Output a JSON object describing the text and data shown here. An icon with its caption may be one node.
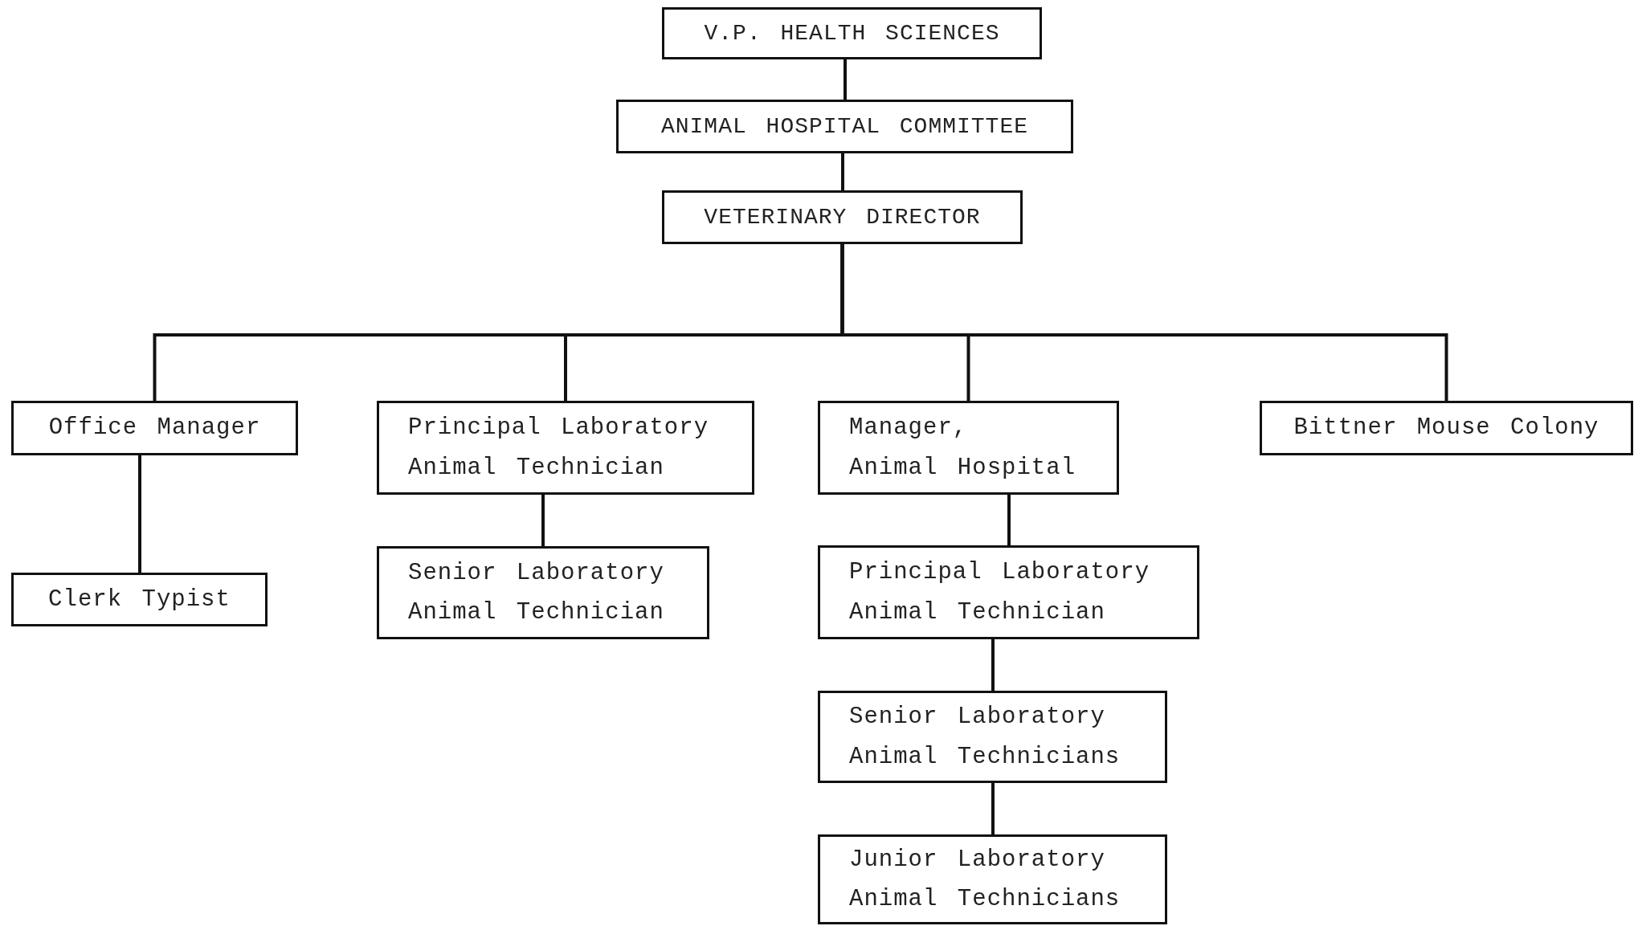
{
  "diagram": {
    "nodes": [
      {
        "text": [
          "V.P. HEALTH SCIENCES"
        ]
      },
      {
        "text": [
          "ANIMAL HOSPITAL COMMITTEE"
        ]
      },
      {
        "text": [
          "VETERINARY DIRECTOR"
        ]
      },
      {
        "text": [
          "Office Manager"
        ]
      },
      {
        "text": [
          "Clerk Typist"
        ]
      },
      {
        "text": [
          "Principal Laboratory Animal Technician"
        ]
      },
      {
        "text": [
          "Senior Laboratory Animal Technician"
        ]
      },
      {
        "text": [
          "Manager, Animal Hospital"
        ]
      },
      {
        "text": [
          "Principal Laboratory Animal Technician"
        ]
      },
      {
        "text": [
          "Senior Laboratory Animal Technicians"
        ]
      },
      {
        "text": [
          "Junior Laboratory Animal Technicians"
        ]
      },
      {
        "text": [
          "Bittner Mouse Colony"
        ]
      }
    ],
    "edges": [
      {
        "from": 0,
        "to": 1,
        "arrow": "none"
      },
      {
        "from": 1,
        "to": 2,
        "arrow": "none"
      },
      {
        "from": 2,
        "to": 3,
        "arrow": "none"
      },
      {
        "from": 2,
        "to": 5,
        "arrow": "none"
      },
      {
        "from": 2,
        "to": 7,
        "arrow": "none"
      },
      {
        "from": 2,
        "to": 11,
        "arrow": "none"
      },
      {
        "from": 3,
        "to": 4,
        "arrow": "none"
      },
      {
        "from": 5,
        "to": 6,
        "arrow": "none"
      },
      {
        "from": 7,
        "to": 8,
        "arrow": "none"
      },
      {
        "from": 8,
        "to": 9,
        "arrow": "none"
      },
      {
        "from": 9,
        "to": 10,
        "arrow": "none"
      }
    ]
  }
}
